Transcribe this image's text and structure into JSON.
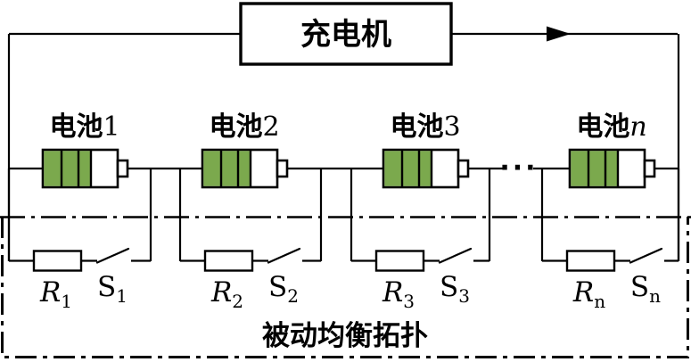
{
  "charger": {
    "label": "充电机"
  },
  "ellipsis": "···",
  "units": [
    {
      "label_prefix": "电池",
      "label_index": "1",
      "resistor_symbol": "R",
      "resistor_sub": "1",
      "switch_symbol": "S",
      "switch_sub": "1"
    },
    {
      "label_prefix": "电池",
      "label_index": "2",
      "resistor_symbol": "R",
      "resistor_sub": "2",
      "switch_symbol": "S",
      "switch_sub": "2"
    },
    {
      "label_prefix": "电池",
      "label_index": "3",
      "resistor_symbol": "R",
      "resistor_sub": "3",
      "switch_symbol": "S",
      "switch_sub": "3"
    },
    {
      "label_prefix": "电池",
      "label_index": "n",
      "resistor_symbol": "R",
      "resistor_sub": "n",
      "switch_symbol": "S",
      "switch_sub": "n"
    }
  ],
  "footer": {
    "label": "被动均衡拓扑"
  },
  "colors": {
    "battery_green": "#7ba94d",
    "line": "#000000",
    "background": "#ffffff"
  }
}
